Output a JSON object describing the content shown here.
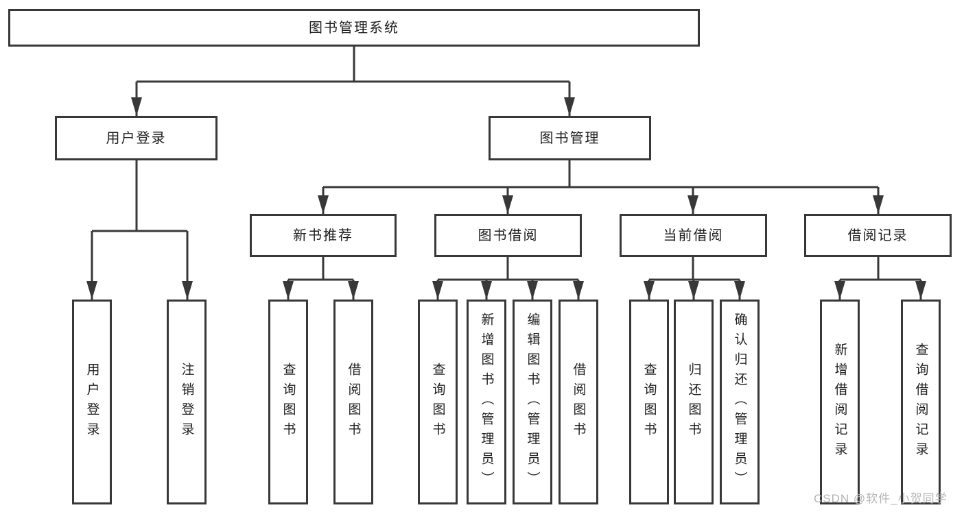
{
  "diagram": {
    "root": {
      "label": "图书管理系统",
      "children": [
        {
          "label": "用户登录",
          "children": [
            {
              "label": "用户登录"
            },
            {
              "label": "注销登录"
            }
          ]
        },
        {
          "label": "图书管理",
          "children": [
            {
              "label": "新书推荐",
              "children": [
                {
                  "label": "查询图书"
                },
                {
                  "label": "借阅图书"
                }
              ]
            },
            {
              "label": "图书借阅",
              "children": [
                {
                  "label": "查询图书"
                },
                {
                  "label": "新增图书（管理员）"
                },
                {
                  "label": "编辑图书（管理员）"
                },
                {
                  "label": "借阅图书"
                }
              ]
            },
            {
              "label": "当前借阅",
              "children": [
                {
                  "label": "查询图书"
                },
                {
                  "label": "归还图书"
                },
                {
                  "label": "确认归还（管理员）"
                }
              ]
            },
            {
              "label": "借阅记录",
              "children": [
                {
                  "label": "新增借阅记录"
                },
                {
                  "label": "查询借阅记录"
                }
              ]
            }
          ]
        }
      ]
    },
    "watermark": "CSDN @软件_小贺同学",
    "colors": {
      "line": "#383838",
      "text": "#1f1f1f",
      "background": "#ffffff",
      "watermark": "#b5b5b5"
    }
  }
}
